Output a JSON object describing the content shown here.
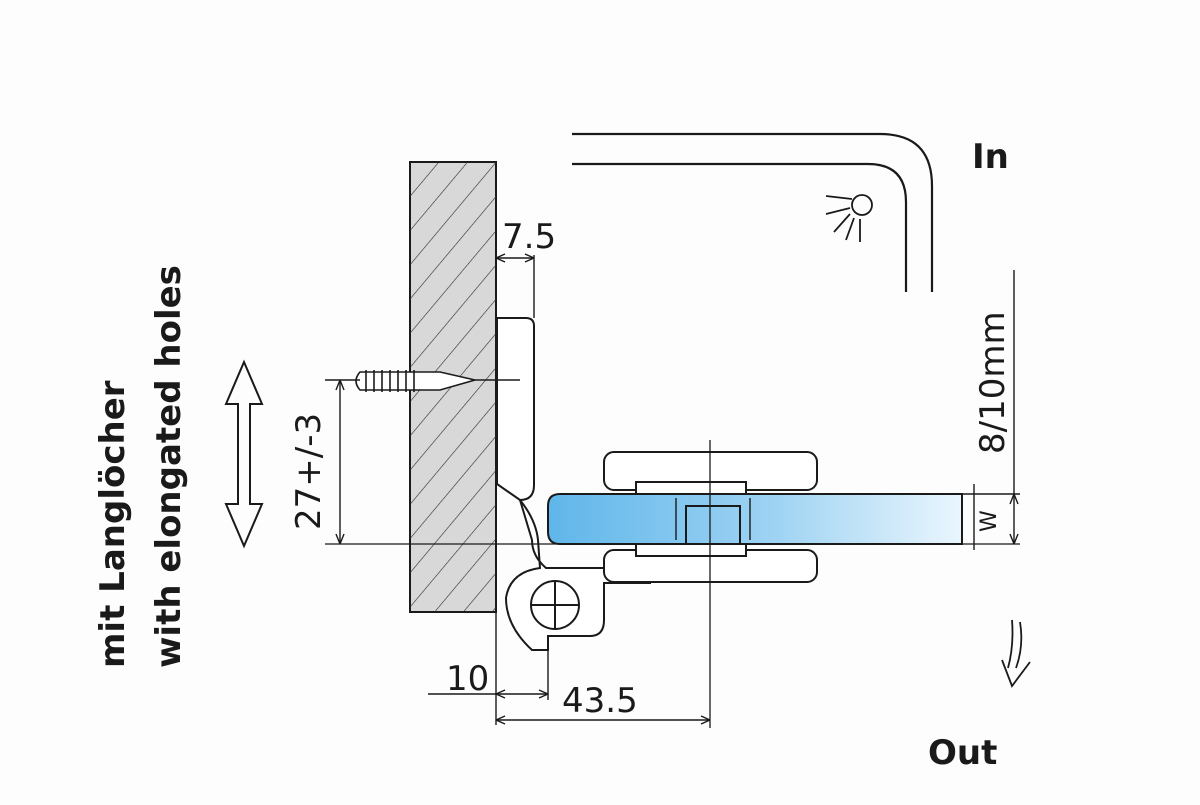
{
  "labels": {
    "in": "In",
    "out": "Out",
    "glass_thickness": "8/10mm",
    "glass_mark": "W",
    "side_line1": "mit Langlöcher",
    "side_line2": "with elongated holes"
  },
  "dimensions": {
    "offset_top": "7.5",
    "adjust_range": "27+/-3",
    "offset_bottom": "10",
    "width": "43.5"
  },
  "colors": {
    "line": "#1a1a1a",
    "wall_fill": "#d8d8d8",
    "glass_start": "#5fb6ea",
    "glass_end": "#eaf6fd"
  }
}
